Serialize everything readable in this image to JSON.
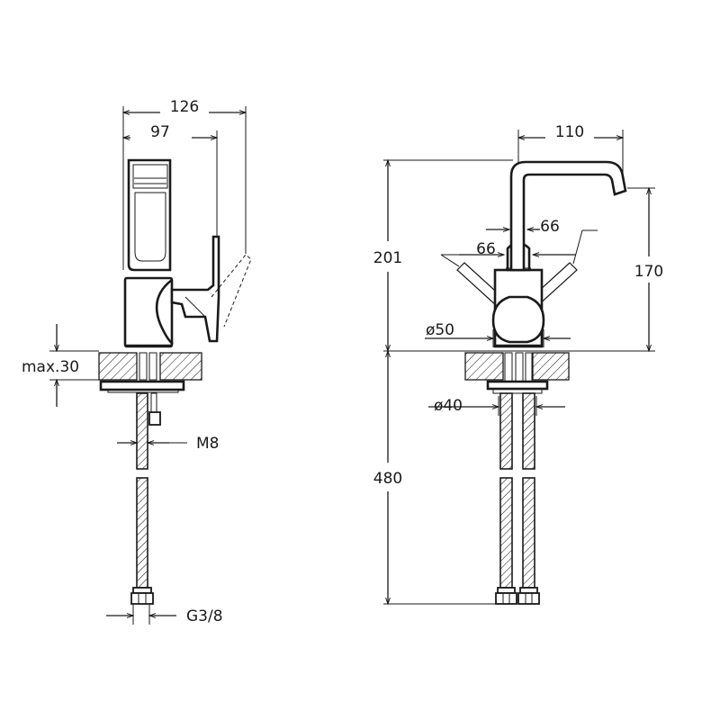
{
  "drawing": {
    "side_view": {
      "dim_total_width": "126",
      "dim_handle_width": "97",
      "dim_max_thickness": "max.30",
      "dim_thread": "M8",
      "dim_connection": "G3/8"
    },
    "front_view": {
      "dim_spout_reach": "110",
      "dim_angle_left": "66",
      "dim_angle_right": "66",
      "dim_total_height": "201",
      "dim_spout_height": "170",
      "dim_body_diameter": "ø50",
      "dim_hole_diameter": "ø40",
      "dim_hose_length": "480"
    }
  }
}
